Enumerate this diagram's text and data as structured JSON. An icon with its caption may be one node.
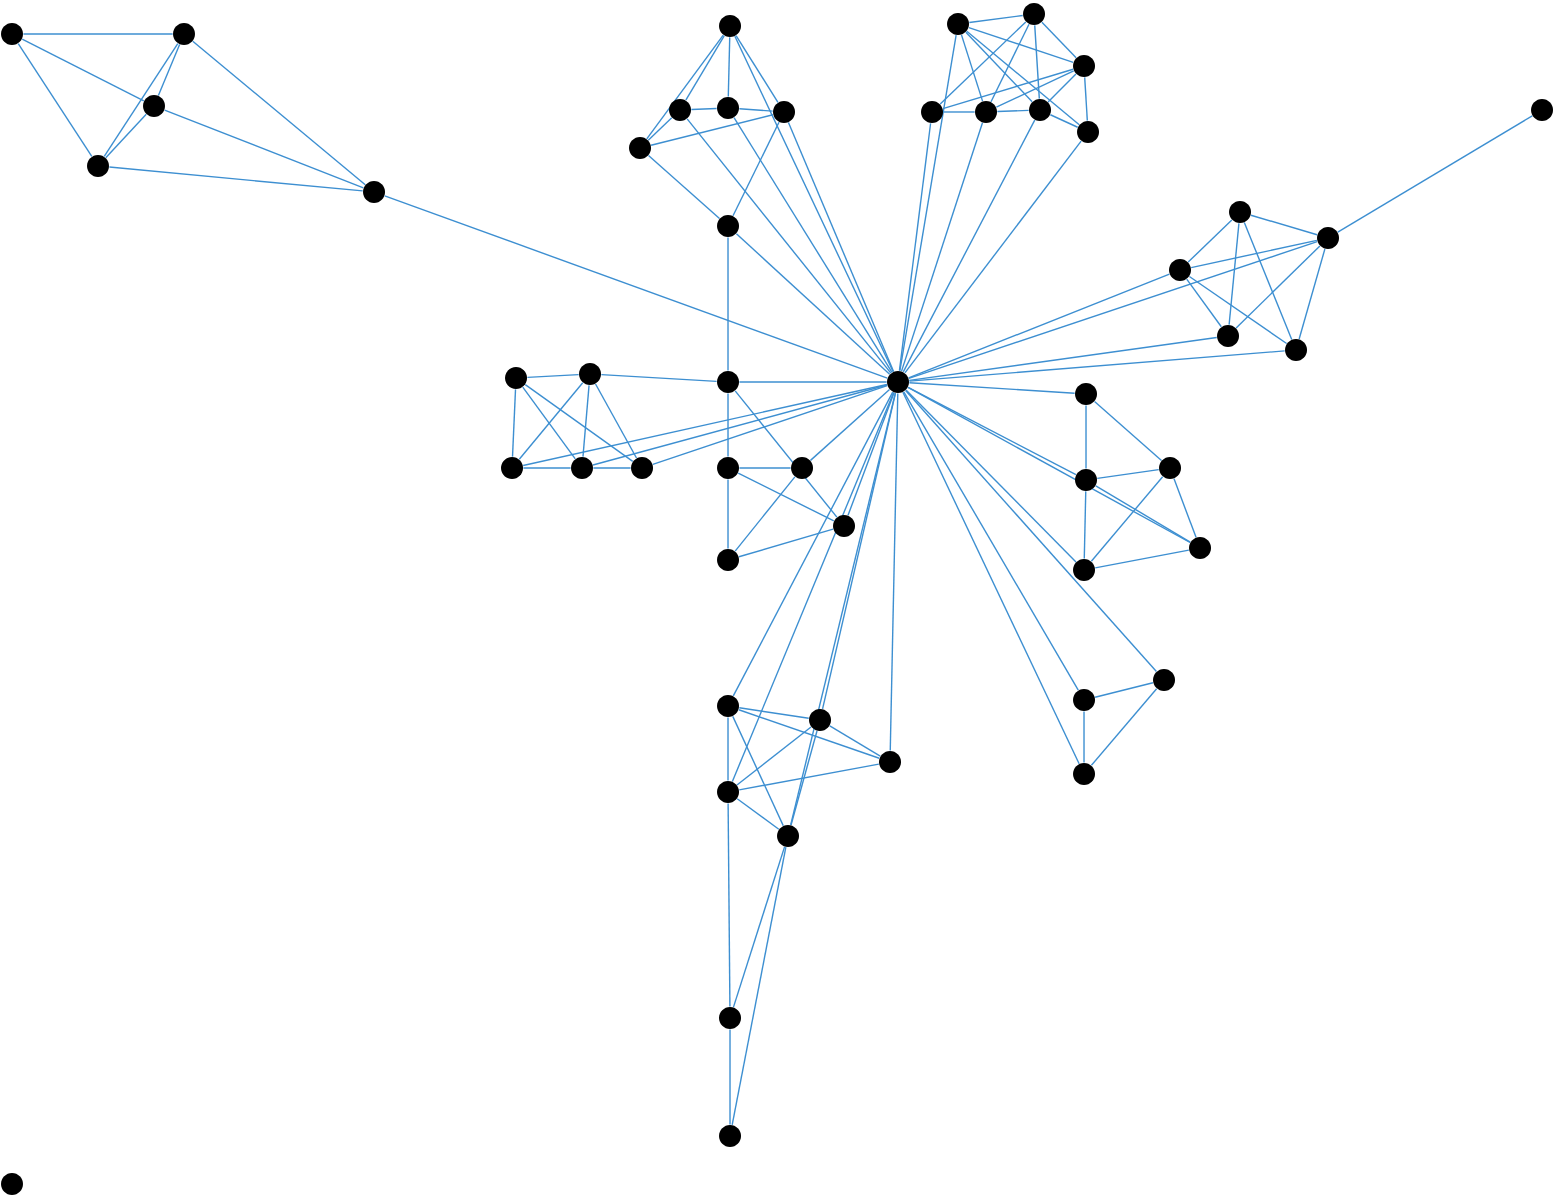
{
  "diagram": {
    "nodes": [
      {
        "text": [],
        "shape": "circle"
      },
      {
        "text": [],
        "shape": "circle"
      },
      {
        "text": [],
        "shape": "circle"
      },
      {
        "text": [],
        "shape": "circle"
      },
      {
        "text": [],
        "shape": "circle"
      },
      {
        "text": [],
        "shape": "circle"
      },
      {
        "text": [],
        "shape": "circle"
      },
      {
        "text": [],
        "shape": "circle"
      },
      {
        "text": [],
        "shape": "circle"
      },
      {
        "text": [],
        "shape": "circle"
      },
      {
        "text": [],
        "shape": "circle"
      },
      {
        "text": [],
        "shape": "circle"
      },
      {
        "text": [],
        "shape": "circle"
      },
      {
        "text": [],
        "shape": "circle"
      },
      {
        "text": [],
        "shape": "circle"
      },
      {
        "text": [],
        "shape": "circle"
      },
      {
        "text": [],
        "shape": "circle"
      },
      {
        "text": [],
        "shape": "circle"
      },
      {
        "text": [],
        "shape": "circle"
      },
      {
        "text": [],
        "shape": "circle"
      },
      {
        "text": [],
        "shape": "circle"
      },
      {
        "text": [],
        "shape": "circle"
      },
      {
        "text": [],
        "shape": "circle"
      },
      {
        "text": [],
        "shape": "circle"
      },
      {
        "text": [],
        "shape": "circle"
      },
      {
        "text": [],
        "shape": "circle"
      },
      {
        "text": [],
        "shape": "circle"
      },
      {
        "text": [],
        "shape": "circle"
      },
      {
        "text": [],
        "shape": "circle"
      },
      {
        "text": [],
        "shape": "circle"
      },
      {
        "text": [],
        "shape": "circle"
      },
      {
        "text": [],
        "shape": "circle"
      },
      {
        "text": [],
        "shape": "circle"
      },
      {
        "text": [],
        "shape": "circle"
      },
      {
        "text": [],
        "shape": "circle"
      },
      {
        "text": [],
        "shape": "circle"
      },
      {
        "text": [],
        "shape": "circle"
      },
      {
        "text": [],
        "shape": "circle"
      },
      {
        "text": [],
        "shape": "circle"
      },
      {
        "text": [],
        "shape": "circle"
      },
      {
        "text": [],
        "shape": "circle"
      },
      {
        "text": [],
        "shape": "circle"
      },
      {
        "text": [],
        "shape": "circle"
      },
      {
        "text": [],
        "shape": "circle"
      },
      {
        "text": [],
        "shape": "circle"
      },
      {
        "text": [],
        "shape": "circle"
      },
      {
        "text": [],
        "shape": "circle"
      },
      {
        "text": [],
        "shape": "circle"
      },
      {
        "text": [],
        "shape": "circle"
      },
      {
        "text": [],
        "shape": "circle"
      },
      {
        "text": [],
        "shape": "circle"
      }
    ],
    "edges": [
      {
        "from": 1,
        "to": 2,
        "arrow": "none"
      },
      {
        "from": 1,
        "to": 3,
        "arrow": "none"
      },
      {
        "from": 1,
        "to": 4,
        "arrow": "none"
      },
      {
        "from": 2,
        "to": 3,
        "arrow": "none"
      },
      {
        "from": 2,
        "to": 4,
        "arrow": "none"
      },
      {
        "from": 2,
        "to": 5,
        "arrow": "none"
      },
      {
        "from": 3,
        "to": 4,
        "arrow": "none"
      },
      {
        "from": 3,
        "to": 5,
        "arrow": "none"
      },
      {
        "from": 4,
        "to": 5,
        "arrow": "none"
      },
      {
        "from": 5,
        "to": 0,
        "arrow": "none"
      },
      {
        "from": 6,
        "to": 7,
        "arrow": "none"
      },
      {
        "from": 6,
        "to": 8,
        "arrow": "none"
      },
      {
        "from": 6,
        "to": 9,
        "arrow": "none"
      },
      {
        "from": 6,
        "to": 10,
        "arrow": "none"
      },
      {
        "from": 7,
        "to": 8,
        "arrow": "none"
      },
      {
        "from": 8,
        "to": 9,
        "arrow": "none"
      },
      {
        "from": 7,
        "to": 10,
        "arrow": "none"
      },
      {
        "from": 10,
        "to": 9,
        "arrow": "none"
      },
      {
        "from": 10,
        "to": 11,
        "arrow": "none"
      },
      {
        "from": 9,
        "to": 11,
        "arrow": "none"
      },
      {
        "from": 6,
        "to": 0,
        "arrow": "none"
      },
      {
        "from": 7,
        "to": 0,
        "arrow": "none"
      },
      {
        "from": 8,
        "to": 0,
        "arrow": "none"
      },
      {
        "from": 9,
        "to": 0,
        "arrow": "none"
      },
      {
        "from": 11,
        "to": 0,
        "arrow": "none"
      },
      {
        "from": 12,
        "to": 13,
        "arrow": "none"
      },
      {
        "from": 12,
        "to": 14,
        "arrow": "none"
      },
      {
        "from": 12,
        "to": 16,
        "arrow": "none"
      },
      {
        "from": 12,
        "to": 17,
        "arrow": "none"
      },
      {
        "from": 12,
        "to": 18,
        "arrow": "none"
      },
      {
        "from": 13,
        "to": 14,
        "arrow": "none"
      },
      {
        "from": 13,
        "to": 15,
        "arrow": "none"
      },
      {
        "from": 13,
        "to": 16,
        "arrow": "none"
      },
      {
        "from": 13,
        "to": 17,
        "arrow": "none"
      },
      {
        "from": 14,
        "to": 15,
        "arrow": "none"
      },
      {
        "from": 14,
        "to": 16,
        "arrow": "none"
      },
      {
        "from": 14,
        "to": 17,
        "arrow": "none"
      },
      {
        "from": 14,
        "to": 18,
        "arrow": "none"
      },
      {
        "from": 15,
        "to": 16,
        "arrow": "none"
      },
      {
        "from": 16,
        "to": 17,
        "arrow": "none"
      },
      {
        "from": 17,
        "to": 18,
        "arrow": "none"
      },
      {
        "from": 12,
        "to": 0,
        "arrow": "none"
      },
      {
        "from": 15,
        "to": 0,
        "arrow": "none"
      },
      {
        "from": 16,
        "to": 0,
        "arrow": "none"
      },
      {
        "from": 17,
        "to": 0,
        "arrow": "none"
      },
      {
        "from": 18,
        "to": 0,
        "arrow": "none"
      },
      {
        "from": 20,
        "to": 21,
        "arrow": "none"
      },
      {
        "from": 20,
        "to": 22,
        "arrow": "none"
      },
      {
        "from": 20,
        "to": 23,
        "arrow": "none"
      },
      {
        "from": 20,
        "to": 24,
        "arrow": "none"
      },
      {
        "from": 21,
        "to": 22,
        "arrow": "none"
      },
      {
        "from": 21,
        "to": 23,
        "arrow": "none"
      },
      {
        "from": 21,
        "to": 24,
        "arrow": "none"
      },
      {
        "from": 22,
        "to": 23,
        "arrow": "none"
      },
      {
        "from": 22,
        "to": 24,
        "arrow": "none"
      },
      {
        "from": 22,
        "to": 19,
        "arrow": "none"
      },
      {
        "from": 0,
        "to": 21,
        "arrow": "none"
      },
      {
        "from": 0,
        "to": 22,
        "arrow": "none"
      },
      {
        "from": 0,
        "to": 23,
        "arrow": "none"
      },
      {
        "from": 0,
        "to": 24,
        "arrow": "none"
      },
      {
        "from": 25,
        "to": 26,
        "arrow": "none"
      },
      {
        "from": 25,
        "to": 27,
        "arrow": "none"
      },
      {
        "from": 25,
        "to": 28,
        "arrow": "none"
      },
      {
        "from": 25,
        "to": 29,
        "arrow": "none"
      },
      {
        "from": 26,
        "to": 27,
        "arrow": "none"
      },
      {
        "from": 26,
        "to": 28,
        "arrow": "none"
      },
      {
        "from": 26,
        "to": 29,
        "arrow": "none"
      },
      {
        "from": 27,
        "to": 28,
        "arrow": "none"
      },
      {
        "from": 28,
        "to": 29,
        "arrow": "none"
      },
      {
        "from": 26,
        "to": 30,
        "arrow": "none"
      },
      {
        "from": 27,
        "to": 0,
        "arrow": "none"
      },
      {
        "from": 28,
        "to": 0,
        "arrow": "none"
      },
      {
        "from": 29,
        "to": 0,
        "arrow": "none"
      },
      {
        "from": 30,
        "to": 0,
        "arrow": "none"
      },
      {
        "from": 11,
        "to": 30,
        "arrow": "none"
      },
      {
        "from": 30,
        "to": 31,
        "arrow": "none"
      },
      {
        "from": 30,
        "to": 33,
        "arrow": "none"
      },
      {
        "from": 31,
        "to": 32,
        "arrow": "none"
      },
      {
        "from": 31,
        "to": 33,
        "arrow": "none"
      },
      {
        "from": 31,
        "to": 34,
        "arrow": "none"
      },
      {
        "from": 32,
        "to": 34,
        "arrow": "none"
      },
      {
        "from": 33,
        "to": 34,
        "arrow": "none"
      },
      {
        "from": 32,
        "to": 0,
        "arrow": "none"
      },
      {
        "from": 33,
        "to": 0,
        "arrow": "none"
      },
      {
        "from": 35,
        "to": 36,
        "arrow": "none"
      },
      {
        "from": 35,
        "to": 37,
        "arrow": "none"
      },
      {
        "from": 36,
        "to": 37,
        "arrow": "none"
      },
      {
        "from": 36,
        "to": 39,
        "arrow": "none"
      },
      {
        "from": 37,
        "to": 38,
        "arrow": "none"
      },
      {
        "from": 37,
        "to": 39,
        "arrow": "none"
      },
      {
        "from": 36,
        "to": 38,
        "arrow": "none"
      },
      {
        "from": 38,
        "to": 39,
        "arrow": "none"
      },
      {
        "from": 0,
        "to": 35,
        "arrow": "none"
      },
      {
        "from": 0,
        "to": 36,
        "arrow": "none"
      },
      {
        "from": 0,
        "to": 38,
        "arrow": "none"
      },
      {
        "from": 0,
        "to": 39,
        "arrow": "none"
      },
      {
        "from": 40,
        "to": 41,
        "arrow": "none"
      },
      {
        "from": 40,
        "to": 42,
        "arrow": "none"
      },
      {
        "from": 41,
        "to": 42,
        "arrow": "none"
      },
      {
        "from": 0,
        "to": 40,
        "arrow": "none"
      },
      {
        "from": 0,
        "to": 41,
        "arrow": "none"
      },
      {
        "from": 0,
        "to": 42,
        "arrow": "none"
      },
      {
        "from": 43,
        "to": 44,
        "arrow": "none"
      },
      {
        "from": 43,
        "to": 45,
        "arrow": "none"
      },
      {
        "from": 43,
        "to": 46,
        "arrow": "none"
      },
      {
        "from": 43,
        "to": 47,
        "arrow": "none"
      },
      {
        "from": 44,
        "to": 45,
        "arrow": "none"
      },
      {
        "from": 44,
        "to": 46,
        "arrow": "none"
      },
      {
        "from": 44,
        "to": 47,
        "arrow": "none"
      },
      {
        "from": 45,
        "to": 46,
        "arrow": "none"
      },
      {
        "from": 46,
        "to": 47,
        "arrow": "none"
      },
      {
        "from": 0,
        "to": 43,
        "arrow": "none"
      },
      {
        "from": 0,
        "to": 44,
        "arrow": "none"
      },
      {
        "from": 0,
        "to": 45,
        "arrow": "none"
      },
      {
        "from": 0,
        "to": 46,
        "arrow": "none"
      },
      {
        "from": 0,
        "to": 47,
        "arrow": "none"
      },
      {
        "from": 46,
        "to": 48,
        "arrow": "none"
      },
      {
        "from": 47,
        "to": 48,
        "arrow": "none"
      },
      {
        "from": 47,
        "to": 49,
        "arrow": "none"
      },
      {
        "from": 48,
        "to": 49,
        "arrow": "none"
      }
    ]
  }
}
